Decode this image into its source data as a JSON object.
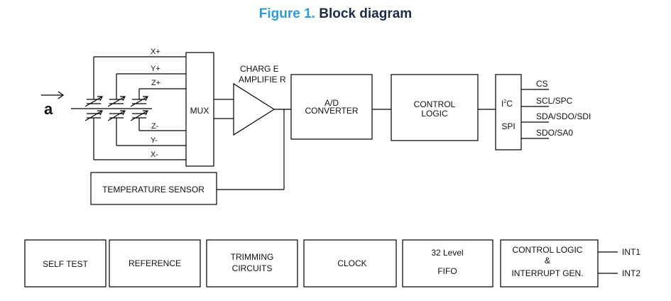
{
  "caption": {
    "number": "Figure 1.",
    "title": "Block diagram"
  },
  "input": {
    "symbol": "a"
  },
  "axis_lines": {
    "x_plus": "X+",
    "y_plus": "Y+",
    "z_plus": "Z+",
    "z_minus": "Z-",
    "y_minus": "Y-",
    "x_minus": "X-"
  },
  "signal_chain": {
    "mux": "MUX",
    "charge_amp_line1": "CHARG E",
    "charge_amp_line2": "AMPLIFIE R",
    "adc_line1": "A/D",
    "adc_line2": "CONVERTER",
    "control_line1": "CONTROL",
    "control_line2": "LOGIC",
    "temp_sensor": "TEMPERATURE SENSOR"
  },
  "interface": {
    "i2c_main": "I",
    "i2c_sup": "2",
    "i2c_end": "C",
    "spi": "SPI",
    "pins": [
      "CS",
      "SCL/SPC",
      "SDA/SDO/SDI",
      "SDO/SA0"
    ]
  },
  "bottom_blocks": {
    "self_test": "SELF TEST",
    "reference": "REFERENCE",
    "trimming_line1": "TRIMMING",
    "trimming_line2": "CIRCUITS",
    "clock": "CLOCK",
    "fifo_line1": "32 Level",
    "fifo_line2": "FIFO",
    "ctrl_int_line1": "CONTROL LOGIC",
    "ctrl_int_line2": "&",
    "ctrl_int_line3": "INTERRUPT GEN.",
    "int1": "INT1",
    "int2": "INT2"
  }
}
